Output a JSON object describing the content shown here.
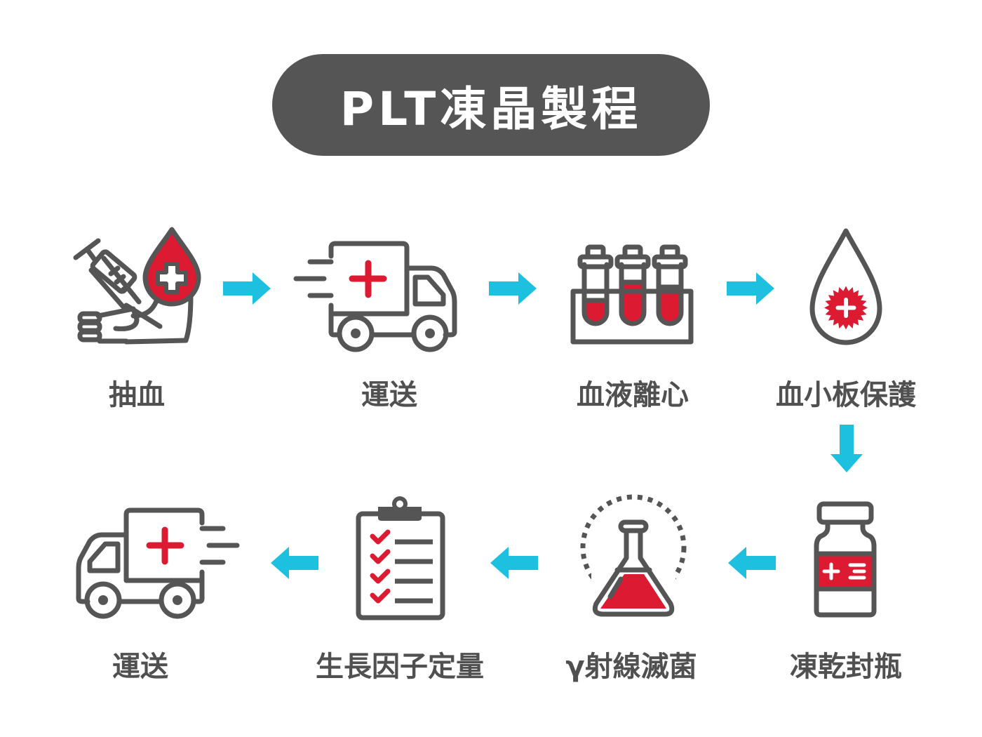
{
  "title": "PLT凍晶製程",
  "colors": {
    "title_bg": "#555555",
    "stroke": "#555555",
    "accent_red": "#dc1a32",
    "arrow_blue": "#1ec0e0",
    "label_text": "#505050"
  },
  "steps": [
    {
      "index": 1,
      "label": "抽血",
      "icon": "blood-draw-icon"
    },
    {
      "index": 2,
      "label": "運送",
      "icon": "ambulance-truck-icon"
    },
    {
      "index": 3,
      "label": "血液離心",
      "icon": "test-tubes-icon"
    },
    {
      "index": 4,
      "label": "血小板保護",
      "icon": "blood-drop-badge-icon"
    },
    {
      "index": 5,
      "label": "凍乾封瓶",
      "icon": "vial-icon"
    },
    {
      "index": 6,
      "label": "γ射線滅菌",
      "icon": "flask-radiation-icon"
    },
    {
      "index": 7,
      "label": "生長因子定量",
      "icon": "clipboard-checklist-icon"
    },
    {
      "index": 8,
      "label": "運送",
      "icon": "ambulance-truck-icon"
    }
  ],
  "arrows": [
    {
      "from": 1,
      "to": 2,
      "direction": "right"
    },
    {
      "from": 2,
      "to": 3,
      "direction": "right"
    },
    {
      "from": 3,
      "to": 4,
      "direction": "right"
    },
    {
      "from": 4,
      "to": 5,
      "direction": "down"
    },
    {
      "from": 5,
      "to": 6,
      "direction": "left"
    },
    {
      "from": 6,
      "to": 7,
      "direction": "left"
    },
    {
      "from": 7,
      "to": 8,
      "direction": "left"
    }
  ]
}
